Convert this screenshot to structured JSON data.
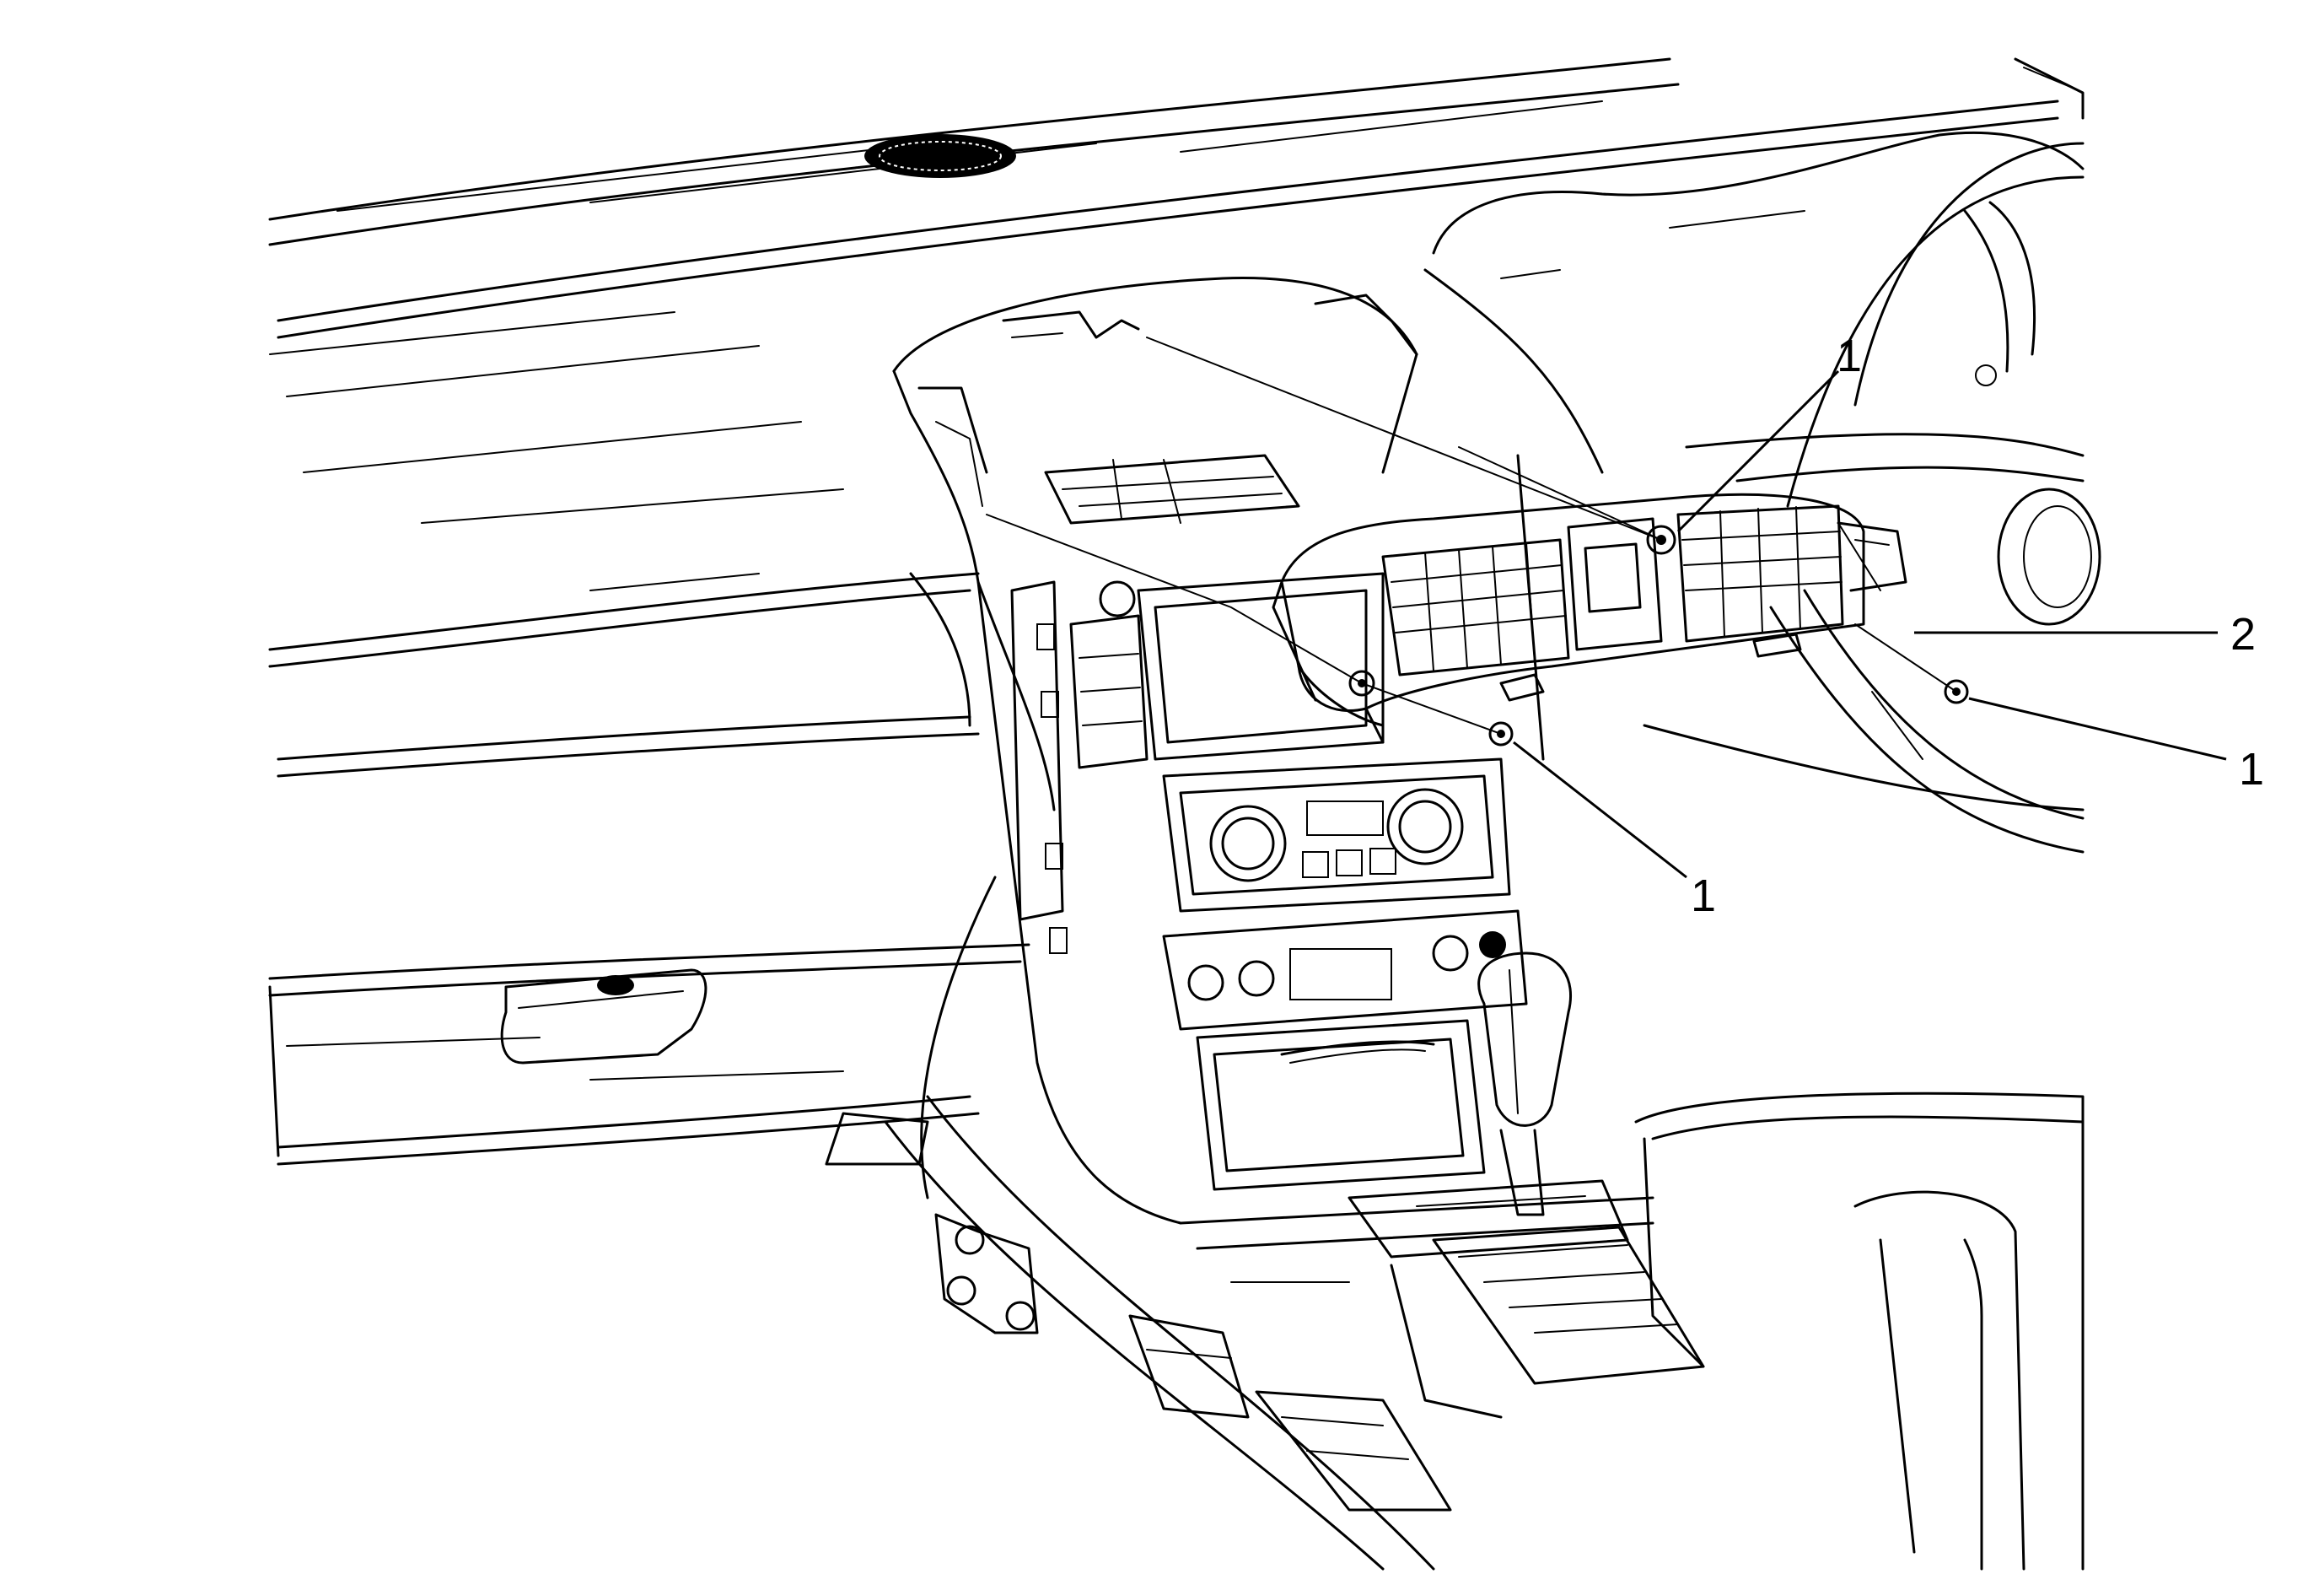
{
  "diagram": {
    "callouts": [
      {
        "id": "fastener-top",
        "label": "1"
      },
      {
        "id": "vent-assembly",
        "label": "2"
      },
      {
        "id": "fastener-right",
        "label": "1"
      },
      {
        "id": "fastener-lower",
        "label": "1"
      }
    ],
    "colors": {
      "line": "#000000",
      "background": "#ffffff"
    }
  }
}
